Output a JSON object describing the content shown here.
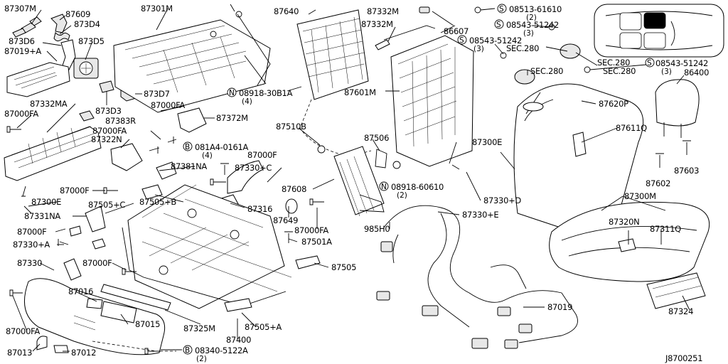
{
  "diagram_id": "J8700251",
  "labels": {
    "l87307M": "87307M",
    "l87609": "87609",
    "l873D4": "873D4",
    "l873D6": "873D6",
    "l87019A": "87019+A",
    "l873D5": "873D5",
    "l87000FA_1": "87000FA",
    "l87332MA": "87332MA",
    "l87301M": "87301M",
    "l87640": "87640",
    "l87332M_1": "87332M",
    "l87332M_2": "87332M",
    "l86607": "86607",
    "l873D7": "873D7",
    "l873D3": "873D3",
    "l87383R": "87383R",
    "l87000FA_2": "87000FA",
    "l87372M": "87372M",
    "l87000FA_3": "87000FA",
    "l87322N": "87322N",
    "l87601M": "87601M",
    "l87510B": "87510B",
    "l87506": "87506",
    "l87300E_1": "87300E",
    "l87620P": "87620P",
    "l87611Q": "87611Q",
    "l86400": "86400",
    "l87603": "87603",
    "l87602": "87602",
    "l87000F_1": "87000F",
    "l87330C": "87330+C",
    "l87381NA": "87381NA",
    "l87608": "87608",
    "l87316": "87316",
    "l87000F_2": "87000F",
    "l87505C": "87505+C",
    "l87505B": "87505+B",
    "l87300E_2": "87300E",
    "l87331NA": "87331NA",
    "l87000F_3": "87000F",
    "l87330A": "87330+A",
    "l87649": "87649",
    "l87000FA_4": "87000FA",
    "l985H0": "985H0",
    "l87330E": "87330+E",
    "l87330D": "87330+D",
    "l87300M": "87300M",
    "l87320N": "87320N",
    "l87311Q": "87311Q",
    "l87501A": "87501A",
    "l87505": "87505",
    "l87330": "87330",
    "l87000F_4": "87000F",
    "l87016": "87016",
    "l87015": "87015",
    "l87325M": "87325M",
    "l87400": "87400",
    "l87505A": "87505+A",
    "l87019": "87019",
    "l87324": "87324",
    "l87000FA_5": "87000FA",
    "l87013": "87013",
    "l87012": "87012"
  },
  "callouts": {
    "s08513": {
      "symbol": "S",
      "code": "08513-61610",
      "qty": "(2)"
    },
    "s08543_1": {
      "symbol": "S",
      "code": "08543-51242",
      "qty": "(3)"
    },
    "s08543_2": {
      "symbol": "S",
      "code": "08543-51242",
      "qty": "(3)"
    },
    "s08543_3": {
      "symbol": "S",
      "code": "08543-51242",
      "qty": "(3)"
    },
    "n08918_1": {
      "symbol": "N",
      "code": "08918-30B1A",
      "qty": "(4)"
    },
    "b081A4": {
      "symbol": "B",
      "code": "081A4-0161A",
      "qty": "(4)"
    },
    "n08918_2": {
      "symbol": "N",
      "code": "08918-60610",
      "qty": "(2)"
    },
    "b08340": {
      "symbol": "B",
      "code": "08340-5122A",
      "qty": "(2)"
    }
  },
  "sec_refs": {
    "sec1": "SEC.280",
    "sec2": "SEC.280",
    "sec3": "SEC.280",
    "sec4": "SEC.280"
  }
}
